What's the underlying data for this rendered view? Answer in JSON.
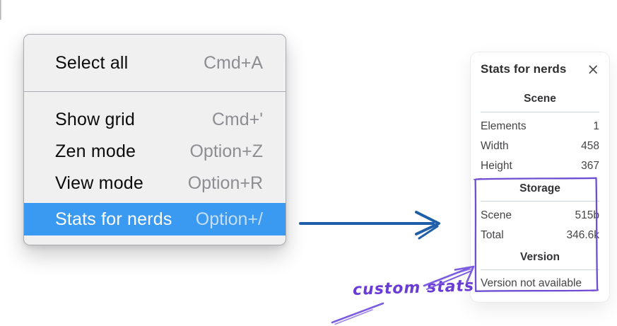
{
  "menu": {
    "group1": [
      {
        "label": "Select all",
        "shortcut": "Cmd+A"
      }
    ],
    "group2": [
      {
        "label": "Show grid",
        "shortcut": "Cmd+'"
      },
      {
        "label": "Zen mode",
        "shortcut": "Option+Z"
      },
      {
        "label": "View mode",
        "shortcut": "Option+R"
      },
      {
        "label": "Stats for nerds",
        "shortcut": "Option+/",
        "highlighted": true
      }
    ],
    "highlight_color": "#3a99f0"
  },
  "stats_panel": {
    "title": "Stats for nerds",
    "close_icon": "×",
    "scene_section": {
      "heading": "Scene",
      "rows": [
        {
          "label": "Elements",
          "value": "1"
        },
        {
          "label": "Width",
          "value": "458"
        },
        {
          "label": "Height",
          "value": "367"
        }
      ]
    },
    "storage_section": {
      "heading": "Storage",
      "rows": [
        {
          "label": "Scene",
          "value": "515b"
        },
        {
          "label": "Total",
          "value": "346.6k"
        }
      ]
    },
    "version_section": {
      "heading": "Version",
      "message": "Version not available"
    }
  },
  "annotation": {
    "label": "custom stats",
    "text_color": "#6a3bd6",
    "box_color": "#6e4fd3",
    "arrow_color": "#7c5ce0"
  },
  "flow_arrow": {
    "color": "#1f5ea8"
  }
}
